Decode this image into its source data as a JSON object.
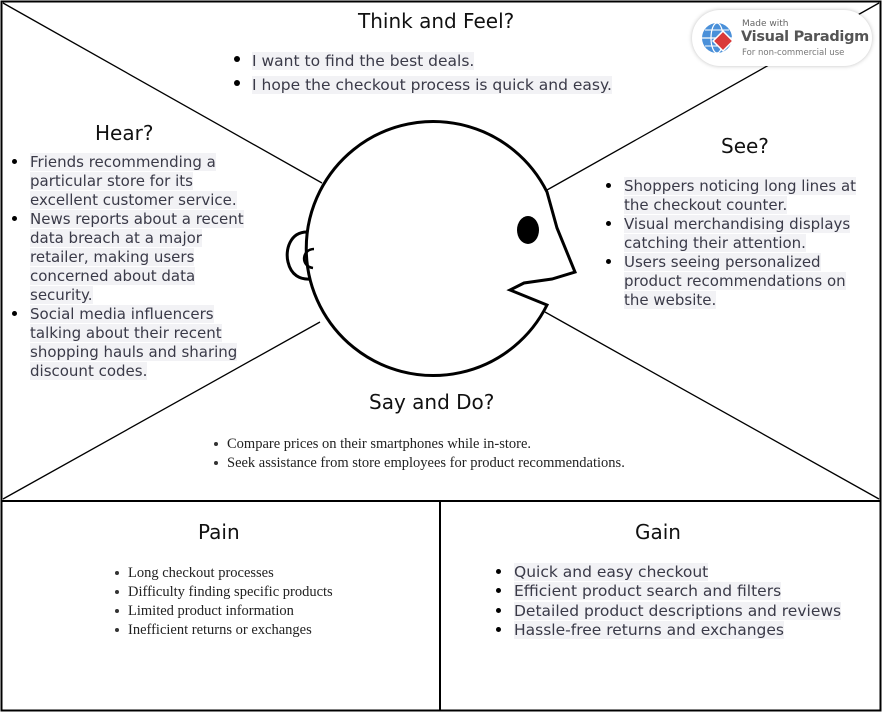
{
  "watermark": {
    "made_with": "Made with",
    "brand": "Visual Paradigm",
    "note": "For non-commercial use"
  },
  "think_and_feel": {
    "title": "Think and Feel?",
    "items": [
      "I want to find the best deals.",
      "I hope the checkout process is quick and easy."
    ]
  },
  "hear": {
    "title": "Hear?",
    "items": [
      "Friends recommending a particular store for its excellent customer service.",
      "News reports about a recent data breach at a major retailer, making users concerned about data security.",
      "Social media influencers talking about their recent shopping hauls and sharing discount codes."
    ]
  },
  "see": {
    "title": "See?",
    "items": [
      "Shoppers noticing long lines at the checkout counter.",
      "Visual merchandising displays catching their attention.",
      "Users seeing personalized product recommendations on the website."
    ]
  },
  "say_and_do": {
    "title": "Say and Do?",
    "items": [
      "Compare prices on their smartphones while in-store.",
      "Seek assistance from store employees for product recommendations."
    ]
  },
  "pain": {
    "title": "Pain",
    "items": [
      "Long checkout processes",
      "Difficulty finding specific products",
      "Limited product information",
      "Inefficient returns or exchanges"
    ]
  },
  "gain": {
    "title": "Gain",
    "items": [
      "Quick and easy checkout",
      "Efficient product search and filters",
      "Detailed product descriptions and reviews",
      "Hassle-free returns and exchanges"
    ]
  }
}
